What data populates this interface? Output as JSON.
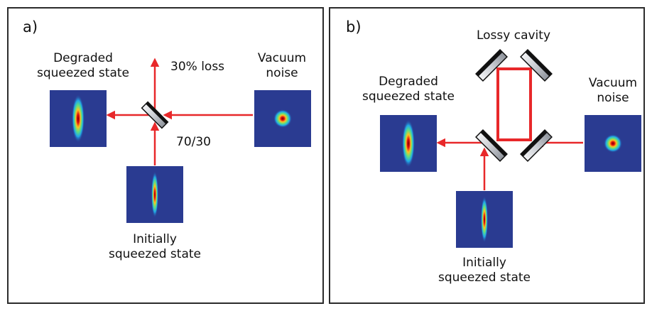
{
  "panels": [
    {
      "id": "a",
      "label": "a)",
      "vacuum_noise": "Vacuum\nnoise",
      "loss_port": "30% loss",
      "beamsplitter": "70/30",
      "degraded_state": "Degraded\nsqueezed state",
      "initial_state": "Initially\nsqueezed state"
    },
    {
      "id": "b",
      "label": "b)",
      "cavity": "Lossy cavity",
      "vacuum_noise": "Vacuum\nnoise",
      "degraded_state": "Degraded\nsqueezed state",
      "initial_state": "Initially\nsqueezed state"
    }
  ],
  "colors": {
    "beam": "#e8282a",
    "phase_space_background": "#2a3b91",
    "mirror_coating": "#c9ccd2",
    "mirror_backing": "#111111"
  }
}
